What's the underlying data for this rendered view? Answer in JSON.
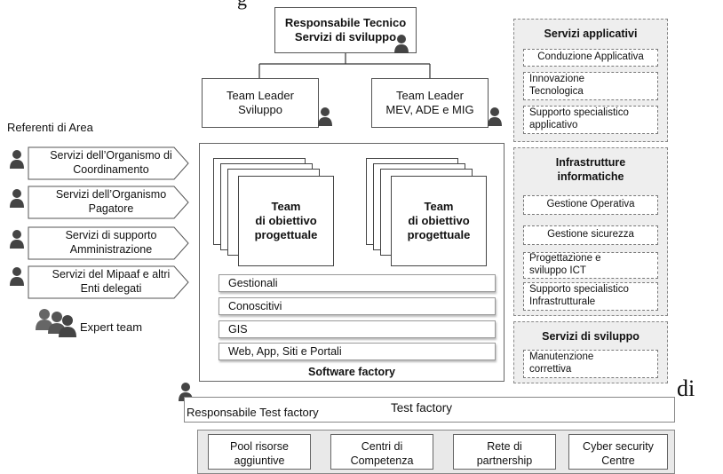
{
  "top_fragment": "g",
  "top": {
    "line1": "Responsabile Tecnico",
    "line2": "Servizi di sviluppo"
  },
  "team_leaders": [
    {
      "line1": "Team Leader",
      "line2": "Sviluppo"
    },
    {
      "line1": "Team Leader",
      "line2": "MEV, ADE e MIG"
    }
  ],
  "referenti": {
    "title": "Referenti di Area",
    "items": [
      {
        "line1": "Servizi dell’Organismo di",
        "line2": "Coordinamento"
      },
      {
        "line1": "Servizi dell’Organismo",
        "line2": "Pagatore"
      },
      {
        "line1": "Servizi di supporto",
        "line2": "Amministrazione"
      },
      {
        "line1": "Servizi del Mipaaf e altri",
        "line2": "Enti delegati"
      }
    ],
    "expert_team": "Expert team"
  },
  "software_factory": {
    "label": "Software factory",
    "teams": [
      {
        "line1": "Team",
        "line2": "di obiettivo",
        "line3": "progettuale"
      },
      {
        "line1": "Team",
        "line2": "di obiettivo",
        "line3": "progettuale"
      }
    ],
    "bars": [
      "Gestionali",
      "Conoscitivi",
      "GIS",
      "Web, App, Siti e Portali"
    ]
  },
  "right_panels": {
    "servizi_applicativi": {
      "title": "Servizi applicativi",
      "items": [
        {
          "line1": "Conduzione Applicativa",
          "line2": ""
        },
        {
          "line1": "Innovazione",
          "line2": "Tecnologica"
        },
        {
          "line1": "Supporto specialistico",
          "line2": "applicativo"
        }
      ]
    },
    "infrastrutture": {
      "title_line1": "Infrastrutture",
      "title_line2": "informatiche",
      "items": [
        {
          "line1": "Gestione Operativa",
          "line2": ""
        },
        {
          "line1": "Gestione sicurezza",
          "line2": ""
        },
        {
          "line1": "Progettazione e",
          "line2": "sviluppo ICT"
        },
        {
          "line1": "Supporto specialistico",
          "line2": "Infrastrutturale"
        }
      ]
    },
    "servizi_sviluppo": {
      "title": "Servizi di sviluppo",
      "items": [
        {
          "line1": "Manutenzione",
          "line2": "correttiva"
        }
      ]
    }
  },
  "side_text": "di",
  "test_factory": {
    "responsabile": "Responsabile Test factory",
    "title": "Test factory"
  },
  "bottom_boxes": [
    {
      "line1": "Pool risorse",
      "line2": "aggiuntive"
    },
    {
      "line1": "Centri di",
      "line2": "Competenza"
    },
    {
      "line1": "Rete di",
      "line2": "partnership"
    },
    {
      "line1": "Cyber security",
      "line2": "Centre"
    }
  ],
  "icons": {
    "person": "person-icon",
    "group": "group-icon"
  },
  "colors": {
    "panel_bg": "#eeeeee",
    "border": "#555555",
    "icon": "#444444"
  }
}
